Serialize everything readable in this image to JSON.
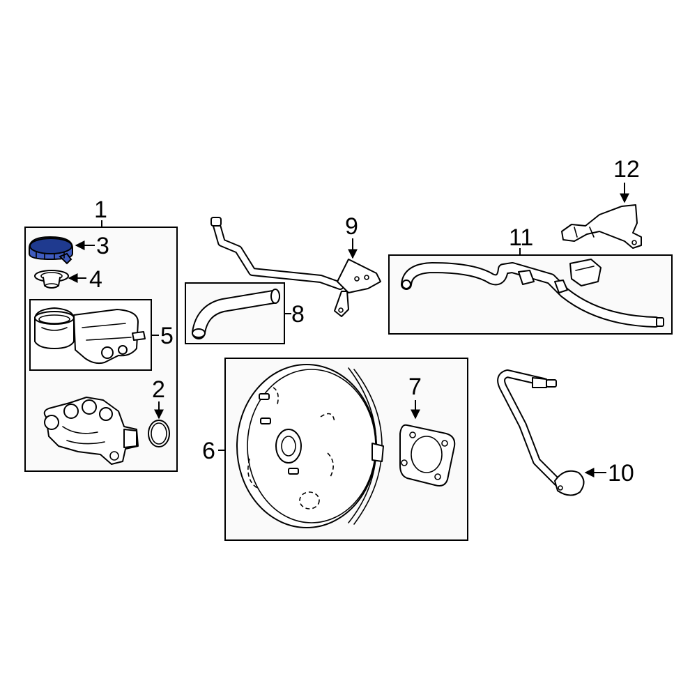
{
  "callouts": {
    "c1": "1",
    "c2": "2",
    "c3": "3",
    "c4": "4",
    "c5": "5",
    "c6": "6",
    "c7": "7",
    "c8": "8",
    "c9": "9",
    "c10": "10",
    "c11": "11",
    "c12": "12"
  },
  "colors": {
    "highlight": "#3f5bbf",
    "highlight_dark": "#1f3a8f"
  }
}
